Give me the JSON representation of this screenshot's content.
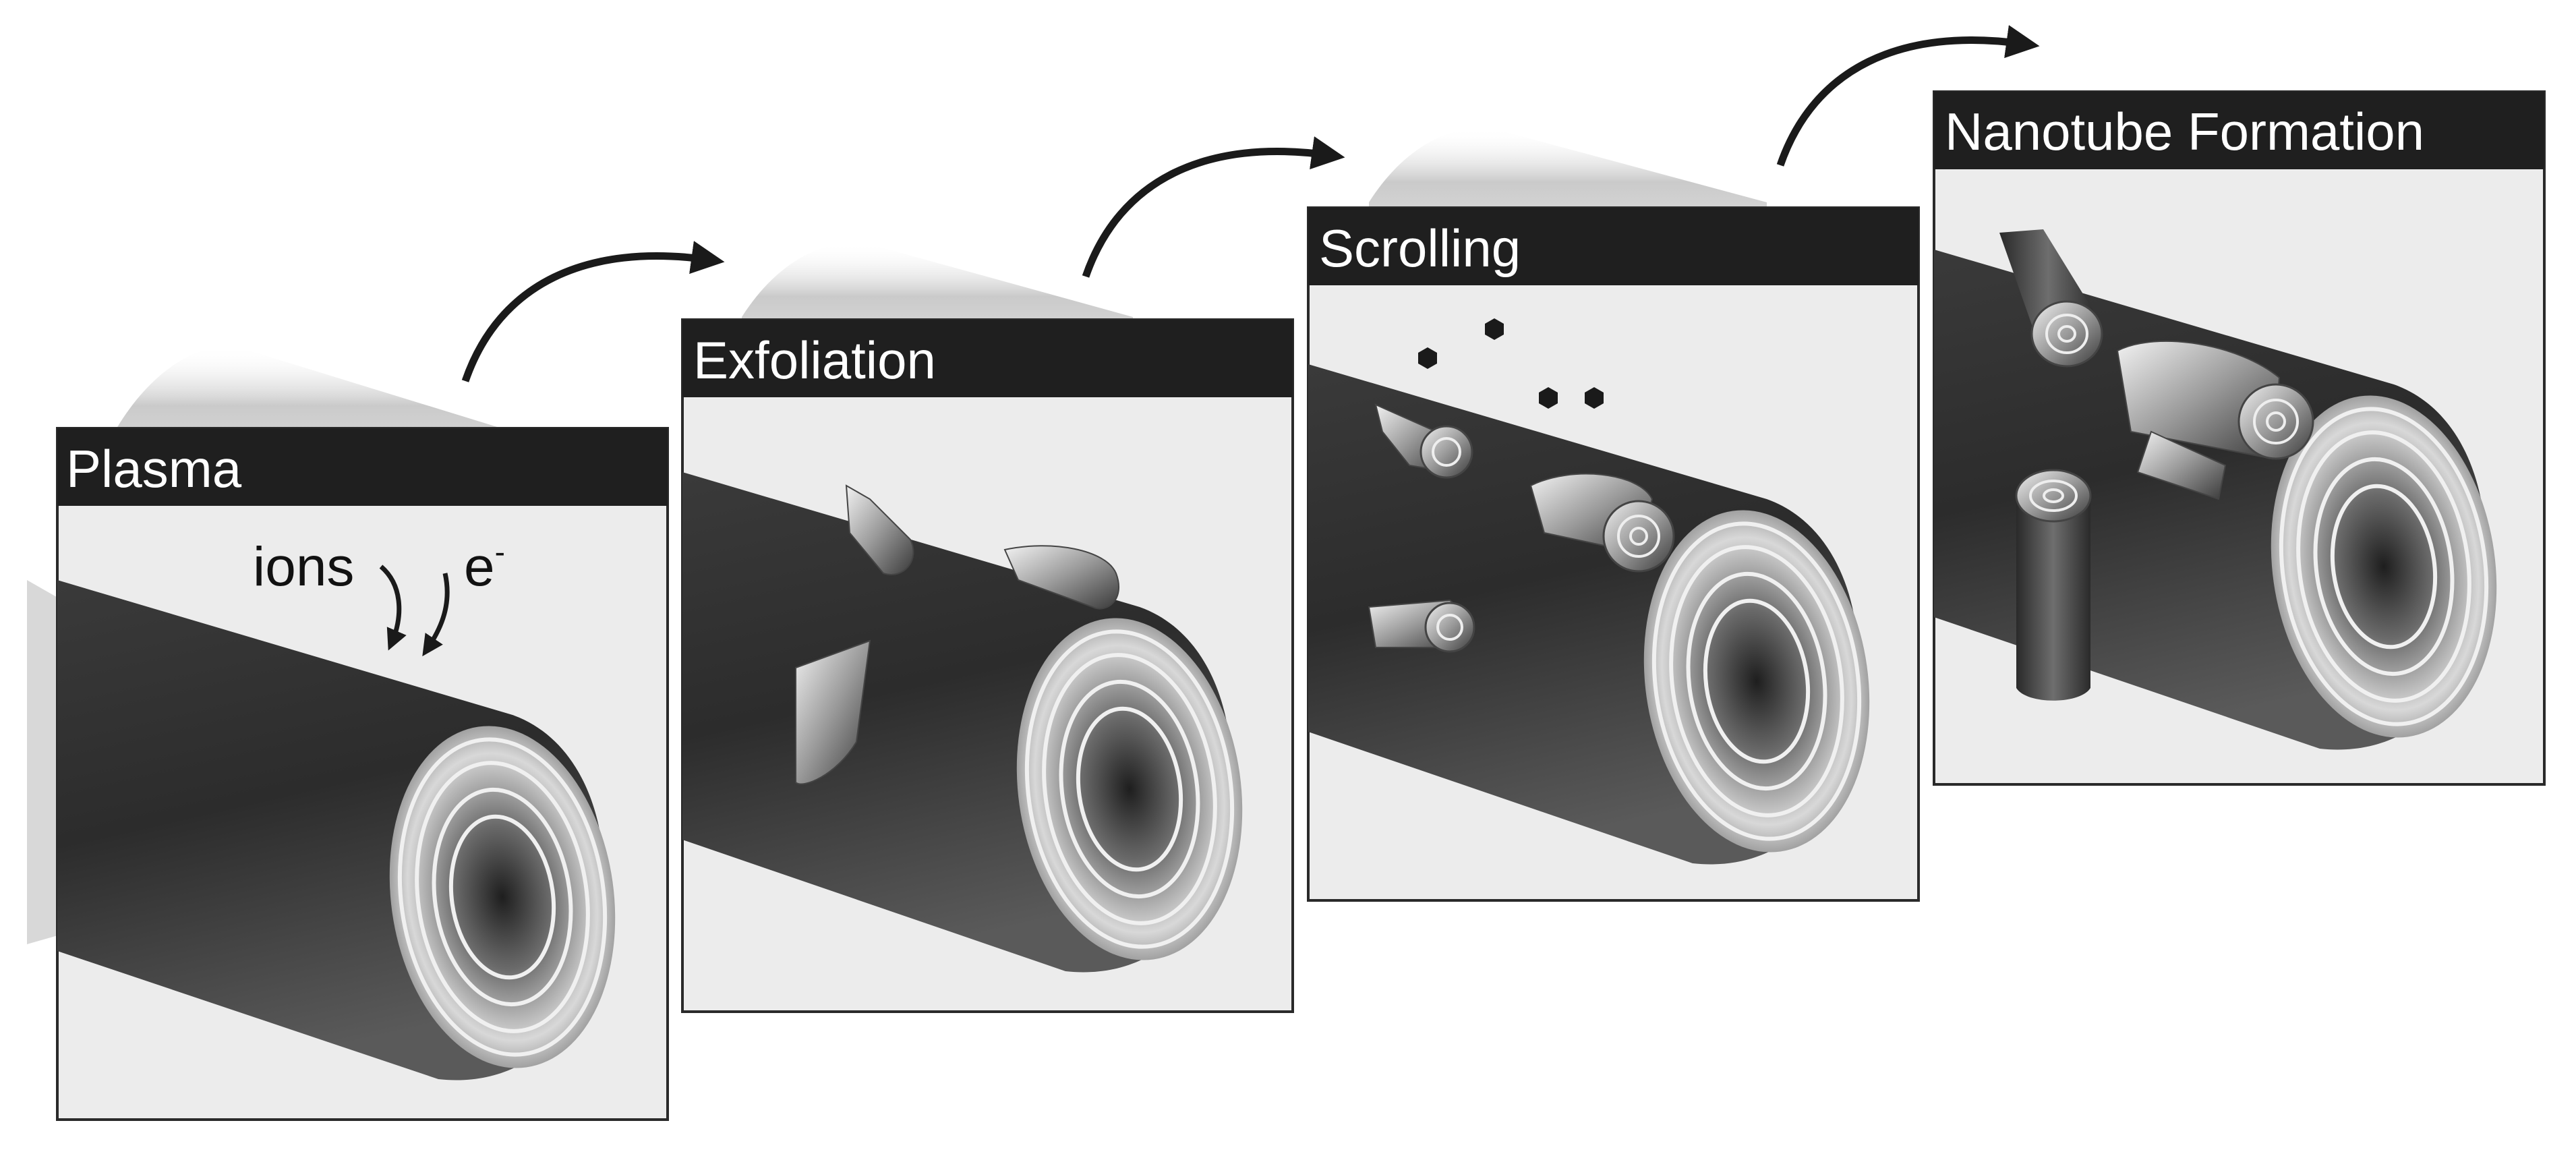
{
  "panels": [
    {
      "id": "plasma",
      "title": "Plasma"
    },
    {
      "id": "exfoliation",
      "title": "Exfoliation"
    },
    {
      "id": "scrolling",
      "title": "Scrolling"
    },
    {
      "id": "nanotube",
      "title": "Nanotube Formation"
    }
  ],
  "annotations": {
    "ions": "ions",
    "electron": "e",
    "electron_sup": "-"
  },
  "colors": {
    "title_bar": "#1f1f1f",
    "panel_bg": "#ececec",
    "panel_border": "#2a2a2a",
    "tube_dark": "#2e2e2e",
    "tube_mid": "#6a6a6a",
    "tube_light": "#e6e6e6",
    "arrow": "#1a1a1a",
    "shadow": "#bdbdbd"
  },
  "icons": [
    "process-arrow-icon",
    "hexagon-particle-icon",
    "scroll-curl-icon"
  ]
}
